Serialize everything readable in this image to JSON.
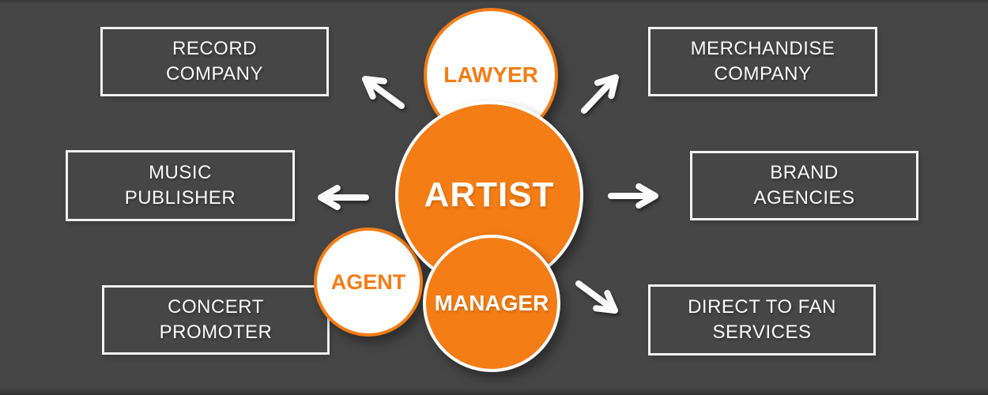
{
  "colors": {
    "background": "#464646",
    "edge_band": "#373737",
    "orange": "#F57D15",
    "circle_white": "#FFFFFF",
    "box_border": "#F2F2F2",
    "text_white": "#FAFAFA",
    "arrow": "#FBFBFB"
  },
  "circles": {
    "artist": {
      "label": "ARTIST"
    },
    "lawyer": {
      "label": "LAWYER"
    },
    "agent": {
      "label": "AGENT"
    },
    "manager": {
      "label": "MANAGER"
    }
  },
  "boxes": [
    {
      "id": "record-company",
      "line1": "RECORD",
      "line2": "COMPANY"
    },
    {
      "id": "merchandise-company",
      "line1": "MERCHANDISE",
      "line2": "COMPANY"
    },
    {
      "id": "music-publisher",
      "line1": "MUSIC",
      "line2": "PUBLISHER"
    },
    {
      "id": "brand-agencies",
      "line1": "BRAND",
      "line2": "AGENCIES"
    },
    {
      "id": "concert-promoter",
      "line1": "CONCERT",
      "line2": "PROMOTER"
    },
    {
      "id": "direct-to-fan-services",
      "line1": "DIRECT TO FAN",
      "line2": "SERVICES"
    }
  ],
  "arrows": [
    {
      "id": "artist-to-record-company",
      "direction": "up-left"
    },
    {
      "id": "artist-to-merchandise-company",
      "direction": "up-right"
    },
    {
      "id": "artist-to-music-publisher",
      "direction": "left"
    },
    {
      "id": "artist-to-brand-agencies",
      "direction": "right"
    },
    {
      "id": "manager-to-direct-to-fan",
      "direction": "down-right"
    }
  ]
}
